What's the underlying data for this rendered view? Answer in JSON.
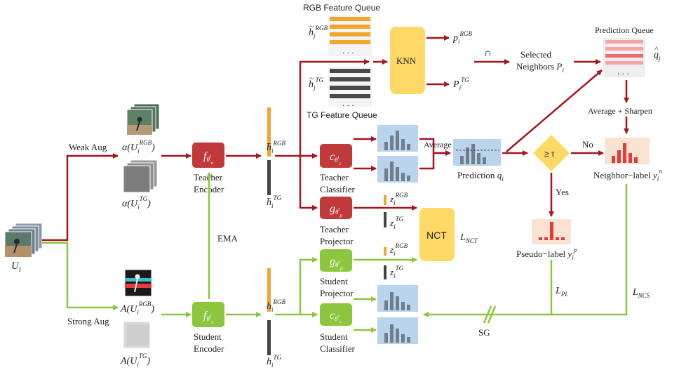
{
  "colors": {
    "red": "#a6151e",
    "green": "#8cc63f",
    "teacher_box": "#c0393b",
    "student_box": "#8cc63f",
    "yellow": "#ffd966",
    "blue_panel": "#b9d4ec",
    "gray_bar": "#6f7f8c",
    "orange_bar": "#f0a630",
    "dark_bar": "#444444",
    "pink_panel": "#fbe3d4",
    "red_bar": "#e23c3c"
  },
  "labels": {
    "weak_aug": "Weak Aug",
    "strong_aug": "Strong Aug",
    "rgb_queue_title": "RGB Feature Queue",
    "tg_queue_title": "TG Feature Queue",
    "prediction_queue_title": "Prediction Queue",
    "knn": "KNN",
    "intersect": "∩",
    "selected_line1": "Selected",
    "selected_line2": "Neighbors",
    "selected_var": "P",
    "selected_sub": "i",
    "average_sharpen": "Average + Sharpen",
    "average": "Average",
    "prediction": "Prediction",
    "threshold": "≥ τ",
    "no": "No",
    "yes": "Yes",
    "neighbor_label": "Neighbor−label",
    "pseudo_label": "Pseudo−label",
    "teacher_encoder_1": "Teacher",
    "teacher_encoder_2": "Encoder",
    "teacher_classifier_1": "Teacher",
    "teacher_classifier_2": "Classifier",
    "teacher_projector_1": "Teacher",
    "teacher_projector_2": "Projector",
    "student_projector_1": "Student",
    "student_projector_2": "Projector",
    "student_classifier_1": "Student",
    "student_classifier_2": "Classifier",
    "student_encoder_1": "Student",
    "student_encoder_2": "Encoder",
    "ema": "EMA",
    "nct": "NCT",
    "sg": "SG"
  },
  "math": {
    "U": "U",
    "i": "i",
    "alpha_rgb": "α(U",
    "alpha_tg": "α(U",
    "A_rgb": "A(U",
    "A_tg": "A(U",
    "RGB": "RGB",
    "TG": "TG",
    "h": "h",
    "z": "z",
    "j": "j",
    "q": "q",
    "y": "y",
    "n": "n",
    "p": "p",
    "L": "L",
    "NCT": "NCT",
    "PL": "PL",
    "NCS": "NCS",
    "f": "f",
    "c": "c",
    "g": "g",
    "theta_t": "θ",
    "theta_s": "θ"
  }
}
